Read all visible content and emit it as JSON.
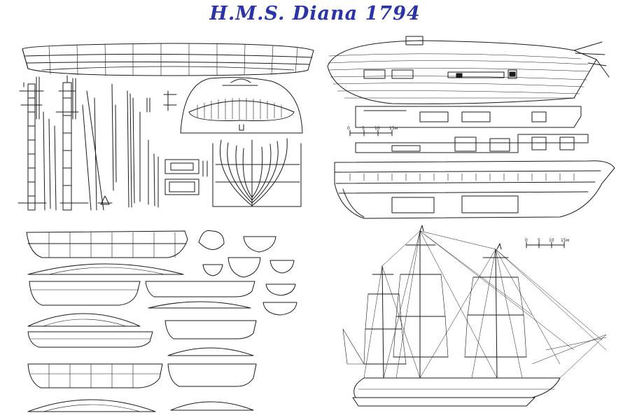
{
  "title": "H.M.S. Diana 1794",
  "title_color": "#2a33a8",
  "line_color": "#1a1a1a",
  "scale_bars": [
    {
      "labels": [
        "0",
        "5",
        "10",
        "15м"
      ]
    },
    {
      "labels": [
        "0",
        "5",
        "10",
        "15м"
      ]
    }
  ]
}
